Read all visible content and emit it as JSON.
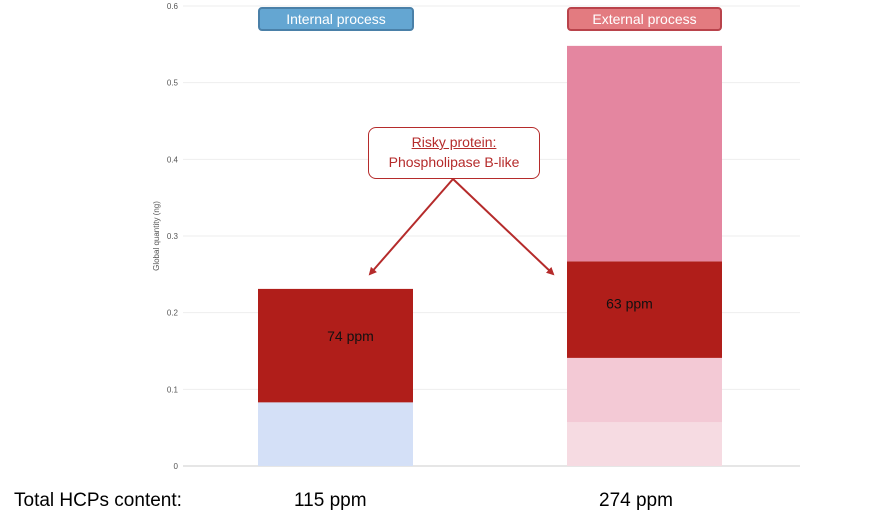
{
  "chart_data": {
    "type": "bar",
    "stacked": true,
    "categories": [
      "Internal process",
      "External process"
    ],
    "series": [
      {
        "values": [
          0.083,
          0.057
        ],
        "color": "#d4e0f7",
        "colors": [
          "#d4e0f7",
          "#f6dbe2"
        ]
      },
      {
        "values": [
          0,
          0.084
        ],
        "color": "#f3c9d5"
      },
      {
        "values": [
          0.148,
          0.126
        ],
        "color": "#b01e1a"
      },
      {
        "values": [
          0,
          0.281
        ],
        "color": "#e486a0"
      }
    ],
    "segment_labels": [
      {
        "category": "Internal process",
        "series_index": 2,
        "text": "74 ppm"
      },
      {
        "category": "External process",
        "series_index": 2,
        "text": "63 ppm"
      }
    ],
    "ylabel": "Global quantity (ng)",
    "ylim": [
      0,
      0.6
    ],
    "yticks": [
      "0",
      "0.1",
      "0.2",
      "0.3",
      "0.4",
      "0.5",
      "0.6"
    ],
    "grid": true,
    "headers": {
      "internal": "Internal process",
      "external": "External process"
    },
    "header_colors": {
      "internal": "#64a6d2",
      "external": "#e37b80"
    },
    "callout": {
      "title": "Risky protein:",
      "subtitle": "Phospholipase B-like",
      "color": "#b52b2b"
    },
    "totals": {
      "label": "Total HCPs content:",
      "internal": "115 ppm",
      "external": "274 ppm"
    }
  }
}
